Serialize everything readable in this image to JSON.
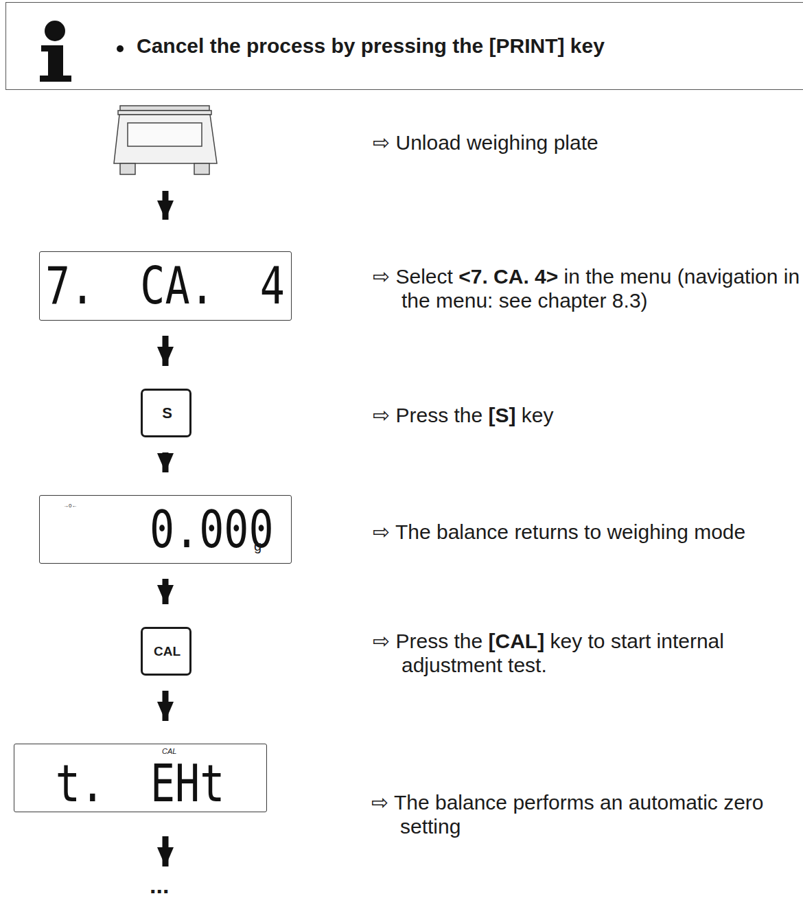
{
  "diagram": {
    "nodes": [
      {
        "text": [
          "Cancel the process by pressing the [PRINT] key"
        ]
      },
      {
        "text": [
          "7. CA. 4"
        ]
      },
      {
        "text": [
          "S"
        ]
      },
      {
        "text": [
          "0.000",
          "g"
        ]
      },
      {
        "text": [
          "CAL"
        ]
      },
      {
        "text": [
          "CAL",
          "t. EHt"
        ]
      }
    ],
    "edges": [
      {
        "from": 1,
        "to": 2,
        "arrow": "to"
      },
      {
        "from": 2,
        "to": 3,
        "arrow": "to"
      },
      {
        "from": 3,
        "to": 4,
        "arrow": "to"
      },
      {
        "from": 4,
        "to": 5,
        "arrow": "to"
      }
    ],
    "labels": [
      "⇨ Unload weighing plate",
      "⇨ Select <7. CA. 4> in the menu (navigation in the menu: see chapter 8.3)",
      "⇨ Press the [S] key",
      "⇨ The balance returns to weighing mode",
      "⇨ Press the [CAL] key to start internal adjustment test.",
      "⇨ The balance performs an automatic zero setting",
      "...",
      "→0←"
    ]
  }
}
